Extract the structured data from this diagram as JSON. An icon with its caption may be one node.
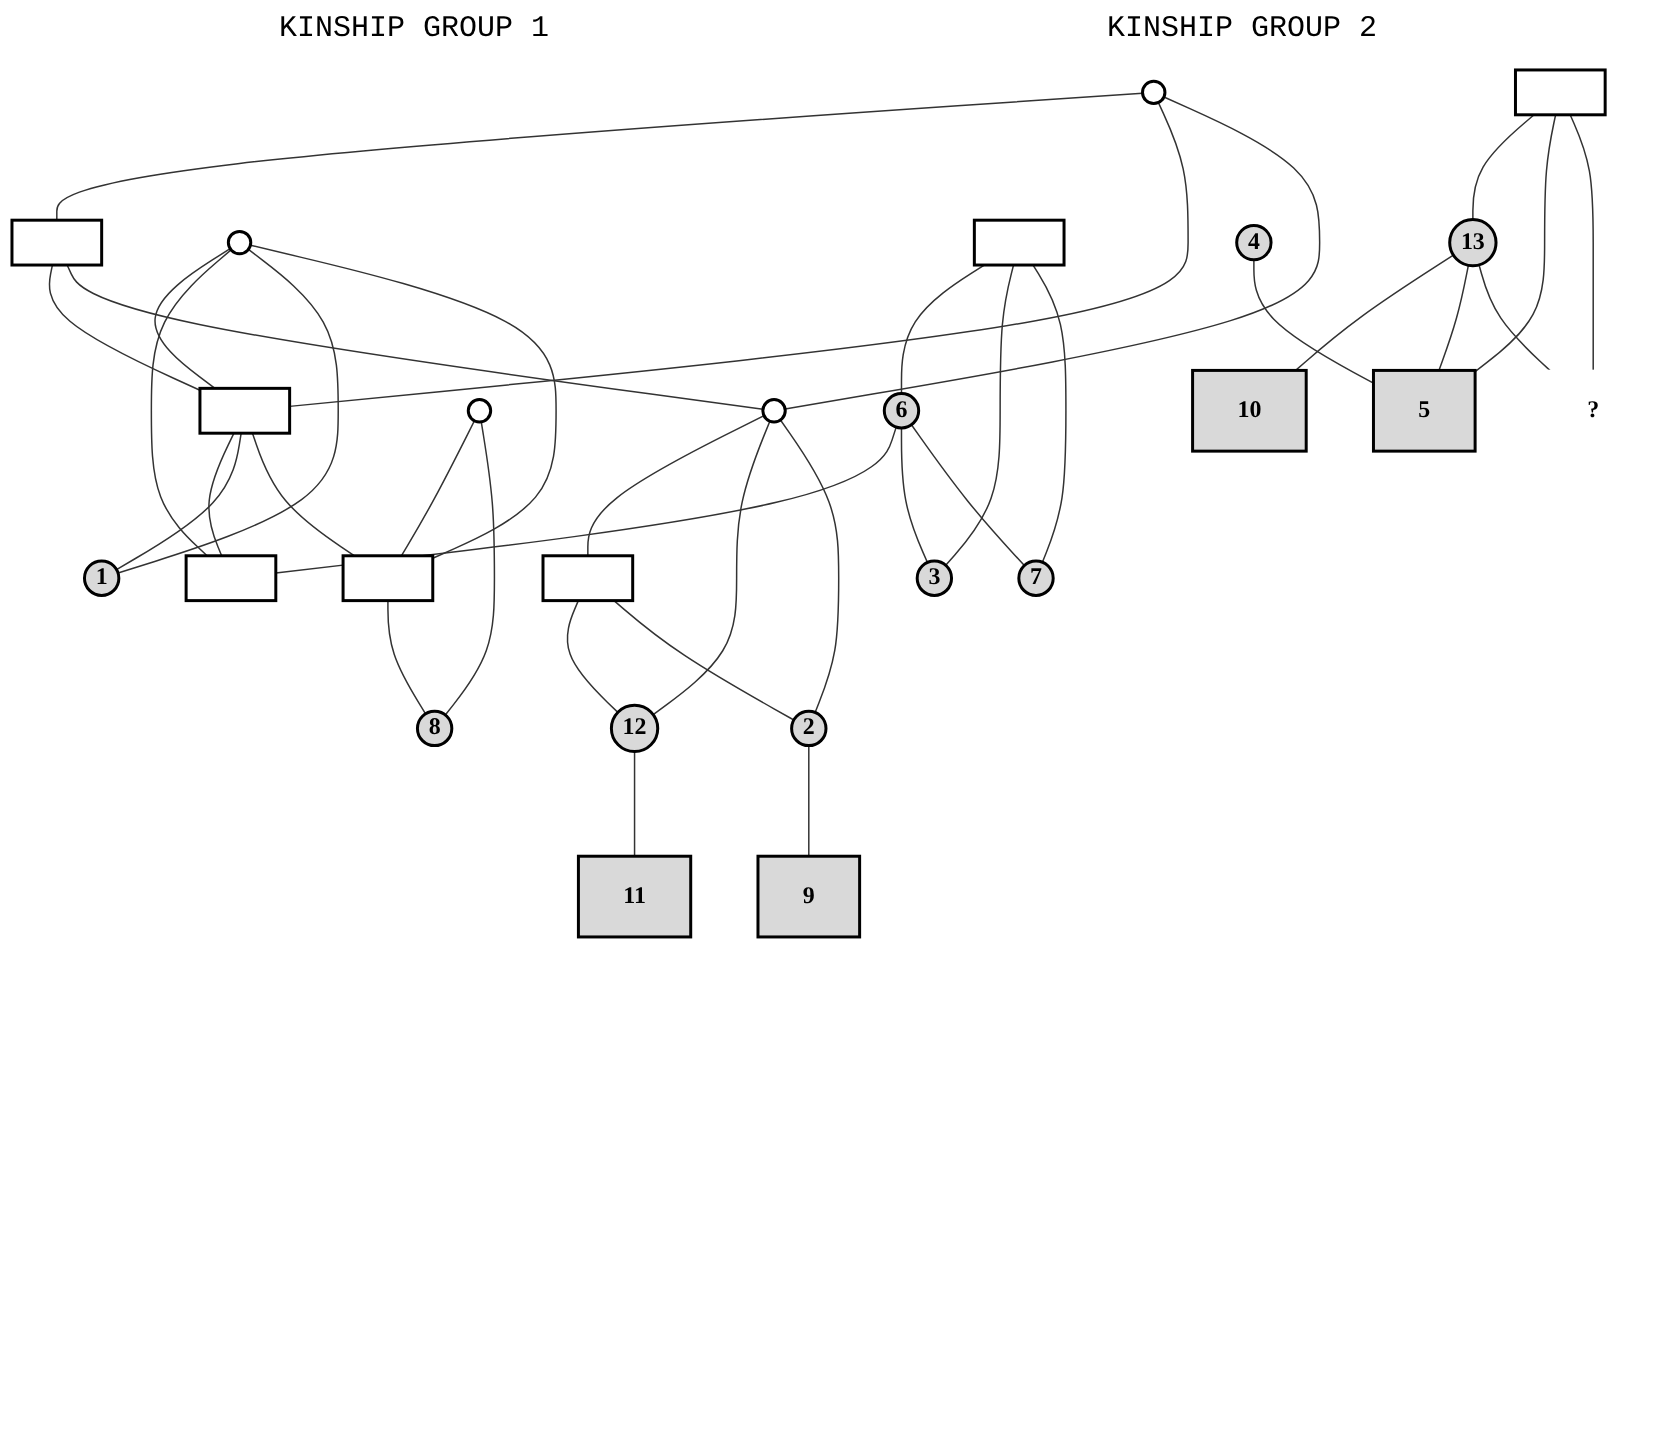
{
  "diagram": {
    "nodes": [
      {
        "text": [],
        "shape": "circle"
      },
      {
        "text": [],
        "shape": "box"
      },
      {
        "text": [],
        "shape": "circle"
      },
      {
        "text": [],
        "shape": "box"
      },
      {
        "text": [],
        "shape": "circle"
      },
      {
        "text": [],
        "shape": "box"
      },
      {
        "text": [],
        "shape": "box"
      },
      {
        "text": [
          "6"
        ]
      },
      {
        "text": [],
        "shape": "box"
      },
      {
        "text": [
          "1"
        ]
      },
      {
        "text": [],
        "shape": "circle"
      },
      {
        "text": [],
        "shape": "box"
      },
      {
        "text": [
          "12"
        ]
      },
      {
        "text": [
          "11"
        ]
      },
      {
        "text": [
          "2"
        ]
      },
      {
        "text": [
          "9"
        ]
      },
      {
        "text": [
          "3"
        ]
      },
      {
        "text": [
          "7"
        ]
      },
      {
        "text": [
          "8"
        ]
      },
      {
        "text": [],
        "shape": "box"
      },
      {
        "text": [
          "13"
        ]
      },
      {
        "text": [
          "10"
        ]
      },
      {
        "text": [
          "4"
        ]
      },
      {
        "text": [
          "5"
        ]
      },
      {
        "text": [
          "?"
        ]
      }
    ],
    "edges": [
      {
        "from": 0,
        "to": 1,
        "arrow": "none"
      },
      {
        "from": 0,
        "to": 3,
        "arrow": "none"
      },
      {
        "from": 1,
        "to": 3,
        "arrow": "none"
      },
      {
        "from": 0,
        "to": 4,
        "arrow": "none"
      },
      {
        "from": 1,
        "to": 4,
        "arrow": "none"
      },
      {
        "from": 2,
        "to": 3,
        "arrow": "none"
      },
      {
        "from": 4,
        "to": 5,
        "arrow": "none"
      },
      {
        "from": 2,
        "to": 8,
        "arrow": "none"
      },
      {
        "from": 3,
        "to": 8,
        "arrow": "none"
      },
      {
        "from": 2,
        "to": 9,
        "arrow": "none"
      },
      {
        "from": 3,
        "to": 9,
        "arrow": "none"
      },
      {
        "from": 2,
        "to": 11,
        "arrow": "none"
      },
      {
        "from": 3,
        "to": 11,
        "arrow": "none"
      },
      {
        "from": 4,
        "to": 12,
        "arrow": "none"
      },
      {
        "from": 5,
        "to": 12,
        "arrow": "none"
      },
      {
        "from": 4,
        "to": 14,
        "arrow": "none"
      },
      {
        "from": 5,
        "to": 14,
        "arrow": "none"
      },
      {
        "from": 6,
        "to": 7,
        "arrow": "none"
      },
      {
        "from": 7,
        "to": 8,
        "arrow": "none"
      },
      {
        "from": 10,
        "to": 11,
        "arrow": "none"
      },
      {
        "from": 12,
        "to": 13,
        "arrow": "none"
      },
      {
        "from": 14,
        "to": 15,
        "arrow": "none"
      },
      {
        "from": 6,
        "to": 16,
        "arrow": "none"
      },
      {
        "from": 7,
        "to": 16,
        "arrow": "none"
      },
      {
        "from": 6,
        "to": 17,
        "arrow": "none"
      },
      {
        "from": 7,
        "to": 17,
        "arrow": "none"
      },
      {
        "from": 10,
        "to": 18,
        "arrow": "none"
      },
      {
        "from": 11,
        "to": 18,
        "arrow": "none"
      },
      {
        "from": 19,
        "to": 20,
        "arrow": "none"
      },
      {
        "from": 20,
        "to": 21,
        "arrow": "none"
      },
      {
        "from": 19,
        "to": 23,
        "arrow": "none"
      },
      {
        "from": 20,
        "to": 23,
        "arrow": "none"
      },
      {
        "from": 19,
        "to": 24,
        "arrow": "none"
      },
      {
        "from": 20,
        "to": 24,
        "arrow": "none"
      },
      {
        "from": 22,
        "to": 23,
        "arrow": "none"
      }
    ],
    "labels": [
      "KINSHIP GROUP 1",
      "KINSHIP GROUP 2"
    ]
  }
}
